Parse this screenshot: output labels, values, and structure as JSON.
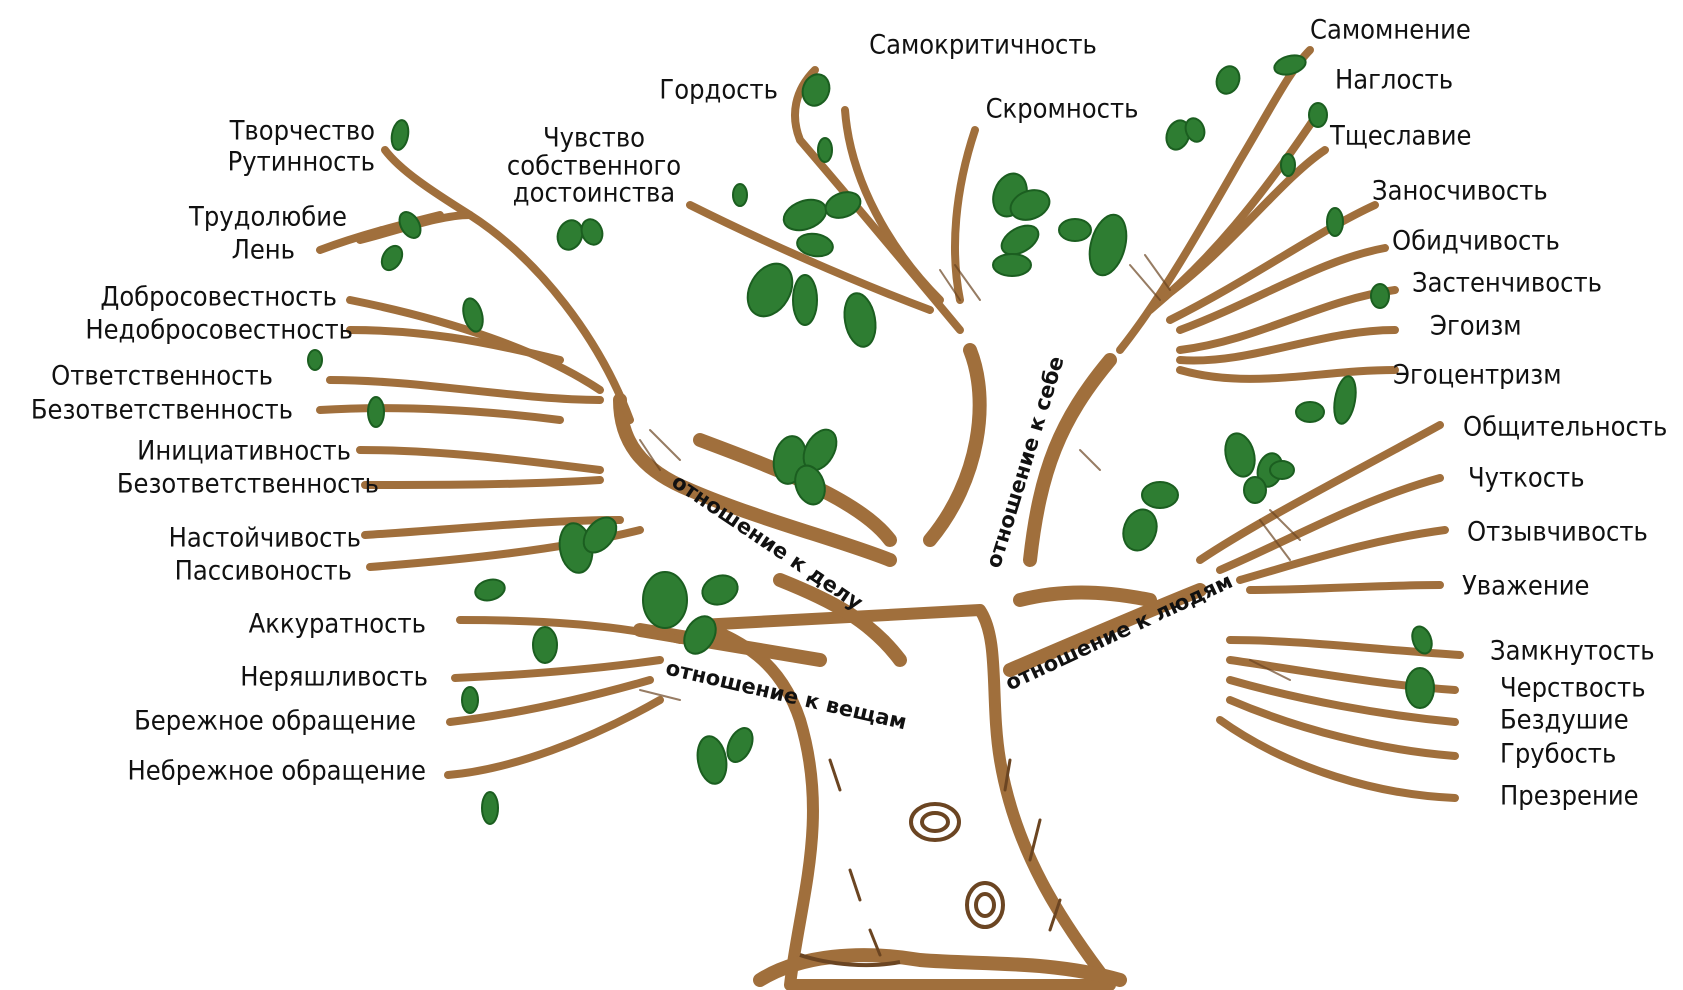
{
  "colors": {
    "bark": "#a06f3c",
    "bark_dark": "#6b4522",
    "leaf": "#2e7d32",
    "leaf_dark": "#1b5e20",
    "text": "#111111"
  },
  "branches": {
    "work": "отношение к делу",
    "things": "отношение к вещам",
    "self": "отношение к себе",
    "people": "отношение к людям"
  },
  "traits": {
    "work": {
      "creativity": "Творчество",
      "routine": "Рутинность",
      "diligence": "Трудолюбие",
      "laziness": "Лень",
      "conscientiousness": "Добросовестность",
      "unscrupulousness": "Недобросовестность",
      "responsibility": "Ответственность",
      "irresponsibility_1": "Безответственность",
      "initiative": "Инициативность",
      "irresponsibility_2": "Безответственность",
      "persistence": "Настойчивость",
      "passivity": "Пассивоность"
    },
    "things": {
      "neatness": "Аккуратность",
      "sloppiness": "Неряшливость",
      "careful_handling": "Бережное обращение",
      "careless_handling": "Небрежное обращение"
    },
    "self": {
      "pride": "Гордость",
      "self_criticism": "Самокритичность",
      "modesty": "Скромность",
      "dignity": "Чувство\nсобственного\nдостоинства",
      "conceit": "Самомнение",
      "impudence": "Наглость",
      "vanity": "Тщеславие",
      "arrogance": "Заносчивость",
      "touchiness": "Обидчивость",
      "shyness": "Застенчивость",
      "selfishness": "Эгоизм",
      "egocentrism": "Эгоцентризм"
    },
    "people": {
      "sociability": "Общительность",
      "sensitivity": "Чуткость",
      "responsiveness": "Отзывчивость",
      "respect": "Уважение",
      "reticence": "Замкнутость",
      "callousness": "Черствость",
      "heartlessness": "Бездушие",
      "rudeness": "Грубость",
      "contempt": "Презрение"
    }
  }
}
